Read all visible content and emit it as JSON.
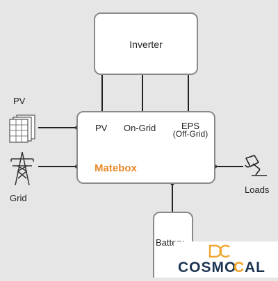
{
  "inverter": {
    "label": "Inverter"
  },
  "matebox": {
    "label": "Matebox",
    "ports": {
      "pv": "PV",
      "on_grid": "On-Grid",
      "eps": "EPS",
      "eps_sub": "(Off-Grid)"
    }
  },
  "sources": {
    "pv": "PV",
    "grid": "Grid"
  },
  "loads": {
    "label": "Loads"
  },
  "battery": {
    "label": "Battery"
  },
  "brand": {
    "text": "COSMOCAL",
    "accent": "#f0a52a",
    "logo_color": "#1d3552"
  },
  "colors": {
    "matebox_label": "#e98a2a",
    "wire": "#222222",
    "box_border": "#8a8a8a",
    "background": "#e6e6e6"
  }
}
